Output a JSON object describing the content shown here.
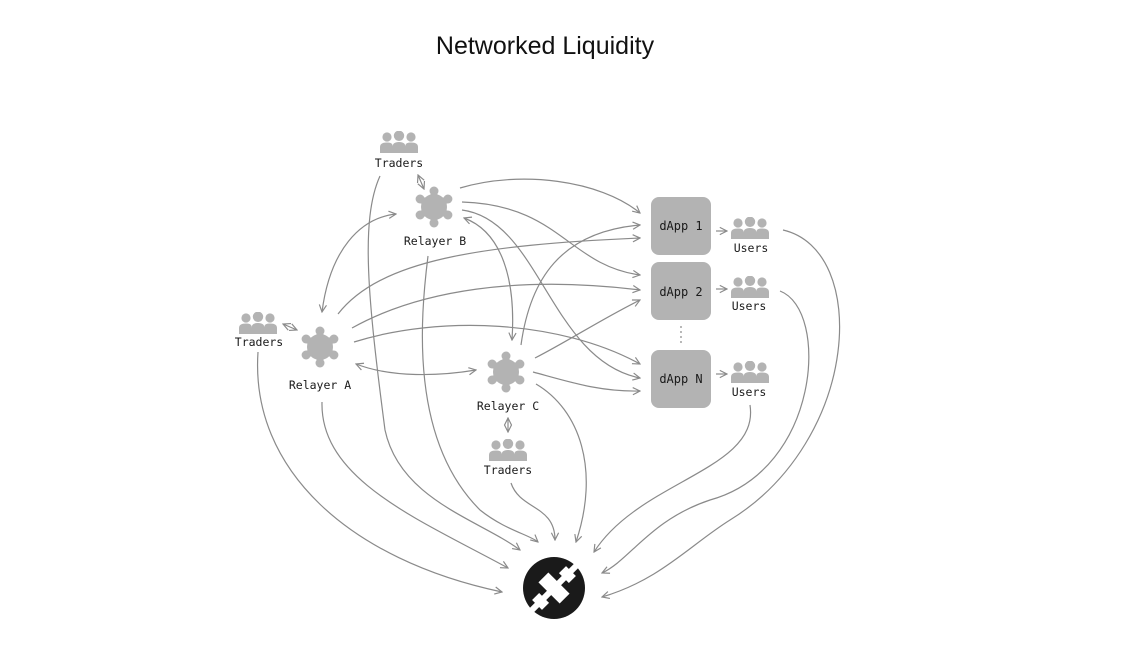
{
  "title": "Networked Liquidity",
  "colors": {
    "node_gray": "#b3b3b3",
    "edge_gray": "#8a8a8a",
    "protocol_black": "#1a1a1a",
    "text": "#1a1a1a"
  },
  "nodes": {
    "relayer_a": {
      "label": "Relayer A",
      "icon": "relayer-hub-icon"
    },
    "relayer_b": {
      "label": "Relayer B",
      "icon": "relayer-hub-icon"
    },
    "relayer_c": {
      "label": "Relayer C",
      "icon": "relayer-hub-icon"
    },
    "traders_a": {
      "label": "Traders",
      "icon": "people-group-icon"
    },
    "traders_b": {
      "label": "Traders",
      "icon": "people-group-icon"
    },
    "traders_c": {
      "label": "Traders",
      "icon": "people-group-icon"
    },
    "dapp_1": {
      "label": "dApp 1"
    },
    "dapp_2": {
      "label": "dApp 2"
    },
    "dapp_n": {
      "label": "dApp N"
    },
    "users_1": {
      "label": "Users",
      "icon": "people-group-icon"
    },
    "users_2": {
      "label": "Users",
      "icon": "people-group-icon"
    },
    "users_n": {
      "label": "Users",
      "icon": "people-group-icon"
    },
    "protocol": {
      "label": "",
      "icon": "0x-protocol-logo-icon"
    }
  },
  "edges": [
    {
      "from": "traders_b",
      "to": "relayer_b",
      "bidirectional": true
    },
    {
      "from": "traders_a",
      "to": "relayer_a",
      "bidirectional": true
    },
    {
      "from": "traders_c",
      "to": "relayer_c",
      "bidirectional": true
    },
    {
      "from": "relayer_a",
      "to": "relayer_b",
      "bidirectional": true
    },
    {
      "from": "relayer_a",
      "to": "relayer_c",
      "bidirectional": true
    },
    {
      "from": "relayer_b",
      "to": "relayer_c",
      "bidirectional": true
    },
    {
      "from": "relayer_a",
      "to": "dapp_1"
    },
    {
      "from": "relayer_a",
      "to": "dapp_2"
    },
    {
      "from": "relayer_a",
      "to": "dapp_n"
    },
    {
      "from": "relayer_b",
      "to": "dapp_1"
    },
    {
      "from": "relayer_b",
      "to": "dapp_2"
    },
    {
      "from": "relayer_b",
      "to": "dapp_n"
    },
    {
      "from": "relayer_c",
      "to": "dapp_1"
    },
    {
      "from": "relayer_c",
      "to": "dapp_2"
    },
    {
      "from": "relayer_c",
      "to": "dapp_n"
    },
    {
      "from": "dapp_1",
      "to": "users_1"
    },
    {
      "from": "dapp_2",
      "to": "users_2"
    },
    {
      "from": "dapp_n",
      "to": "users_n"
    },
    {
      "from": "traders_a",
      "to": "protocol"
    },
    {
      "from": "relayer_a",
      "to": "protocol"
    },
    {
      "from": "traders_b",
      "to": "protocol"
    },
    {
      "from": "relayer_b",
      "to": "protocol"
    },
    {
      "from": "traders_c",
      "to": "protocol"
    },
    {
      "from": "relayer_c",
      "to": "protocol"
    },
    {
      "from": "users_1",
      "to": "protocol"
    },
    {
      "from": "users_2",
      "to": "protocol"
    },
    {
      "from": "users_n",
      "to": "protocol"
    }
  ]
}
